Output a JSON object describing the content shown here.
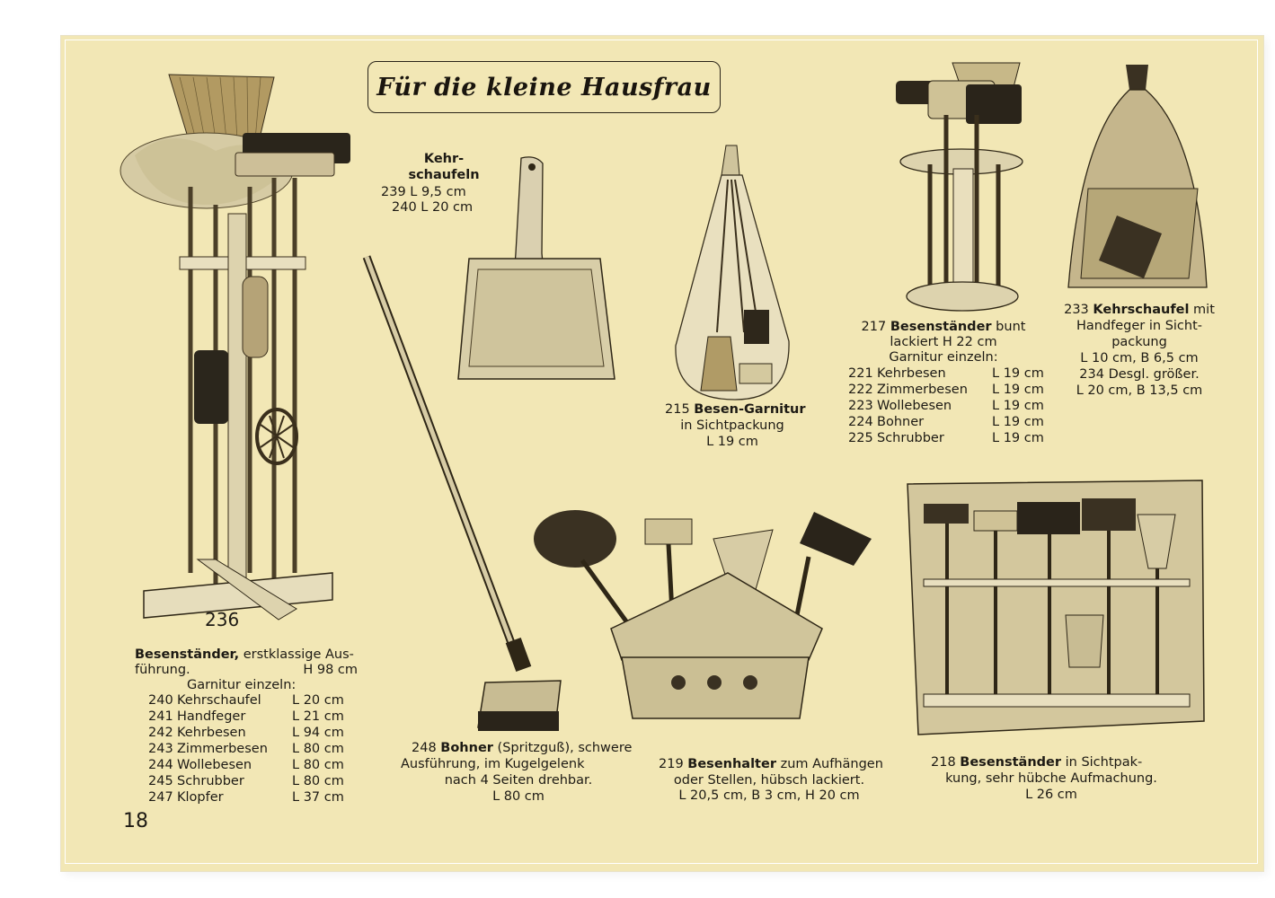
{
  "page": {
    "title": "Für die kleine Hausfrau",
    "page_number": "18"
  },
  "item_236": {
    "number": "236",
    "heading": "Besenständer,",
    "desc1": " erstklassige Aus-",
    "desc2": "führung.",
    "height": "H 98 cm",
    "garnitur": "Garnitur einzeln:",
    "parts": [
      {
        "no": "240",
        "name": "Kehrschaufel",
        "len": "L 20 cm"
      },
      {
        "no": "241",
        "name": "Handfeger",
        "len": "L 21 cm"
      },
      {
        "no": "242",
        "name": "Kehrbesen",
        "len": "L 94 cm"
      },
      {
        "no": "243",
        "name": "Zimmerbesen",
        "len": "L 80 cm"
      },
      {
        "no": "244",
        "name": "Wollebesen",
        "len": "L 80 cm"
      },
      {
        "no": "245",
        "name": "Schrubber",
        "len": "L 80 cm"
      },
      {
        "no": "247",
        "name": "Klopfer",
        "len": "L 37 cm"
      }
    ]
  },
  "kehrschaufeln": {
    "heading1": "Kehr-",
    "heading2": "schaufeln",
    "line1": "239  L  9,5  cm",
    "line2": "240  L  20  cm"
  },
  "item_215": {
    "no": "215",
    "name": "Besen-Garnitur",
    "line2": "in Sichtpackung",
    "line3": "L 19 cm"
  },
  "item_217": {
    "no": "217",
    "name": "Besenständer",
    "suffix": " bunt",
    "line2": "lackiert H 22 cm",
    "line3": "Garnitur einzeln:",
    "parts": [
      {
        "no": "221",
        "name": "Kehrbesen",
        "len": "L 19 cm"
      },
      {
        "no": "222",
        "name": "Zimmerbesen",
        "len": "L 19 cm"
      },
      {
        "no": "223",
        "name": "Wollebesen",
        "len": "L 19 cm"
      },
      {
        "no": "224",
        "name": "Bohner",
        "len": "L 19 cm"
      },
      {
        "no": "225",
        "name": "Schrubber",
        "len": "L 19 cm"
      }
    ]
  },
  "item_233": {
    "no": "233",
    "name": "Kehrschaufel",
    "suffix": " mit",
    "line2": "Handfeger in Sicht-",
    "line3": "packung",
    "line4": "L 10 cm, B 6,5 cm",
    "line5": "234 Desgl. größer.",
    "line6": "L 20 cm, B 13,5 cm"
  },
  "item_248": {
    "no": "248",
    "name": "Bohner",
    "suffix": " (Spritzguß), schwere",
    "line2": "Ausführung,   im   Kugelgelenk",
    "line3": "nach 4 Seiten drehbar.",
    "line4": "L 80 cm"
  },
  "item_219": {
    "no": "219",
    "name": "Besenhalter",
    "suffix": " zum Aufhängen",
    "line2": "oder Stellen, hübsch lackiert.",
    "line3": "L 20,5 cm, B 3 cm, H 20 cm"
  },
  "item_218": {
    "no": "218",
    "name": "Besenständer",
    "suffix": "  in  Sichtpak-",
    "line2": "kung, sehr hübche Aufmachung.",
    "line3": "L 26 cm"
  },
  "colors": {
    "paper": "#f2e7b5",
    "ink": "#1d1a14",
    "border": "#ffffff"
  }
}
